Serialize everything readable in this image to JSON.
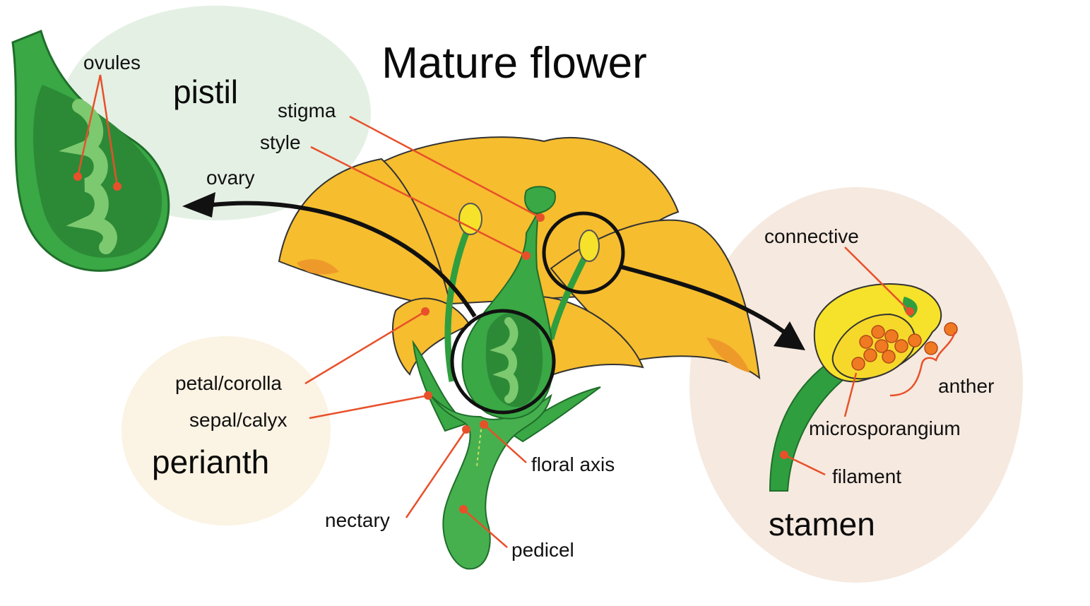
{
  "title": "Mature flower",
  "regions": {
    "pistil": "pistil",
    "perianth": "perianth",
    "stamen": "stamen"
  },
  "labels": {
    "ovules": "ovules",
    "stigma": "stigma",
    "style": "style",
    "ovary": "ovary",
    "petal": "petal/corolla",
    "sepal": "sepal/calyx",
    "nectary": "nectary",
    "floral_axis": "floral axis",
    "pedicel": "pedicel",
    "connective": "connective",
    "anther": "anther",
    "microsporangium": "microsporangium",
    "filament": "filament"
  },
  "colors": {
    "leader": "#e8502a",
    "petal": "#f6bd2e",
    "petal_shade": "#ee9a2a",
    "green_dark": "#2f9e3f",
    "green_mid": "#46b04f",
    "green_light": "#7dc96f",
    "pistil_bg": "#e4f0e4",
    "perianth_bg": "#fbf3e3",
    "stamen_bg": "#f6e9df",
    "anther_yellow": "#f6e22a",
    "pollen": "#f07a22"
  }
}
